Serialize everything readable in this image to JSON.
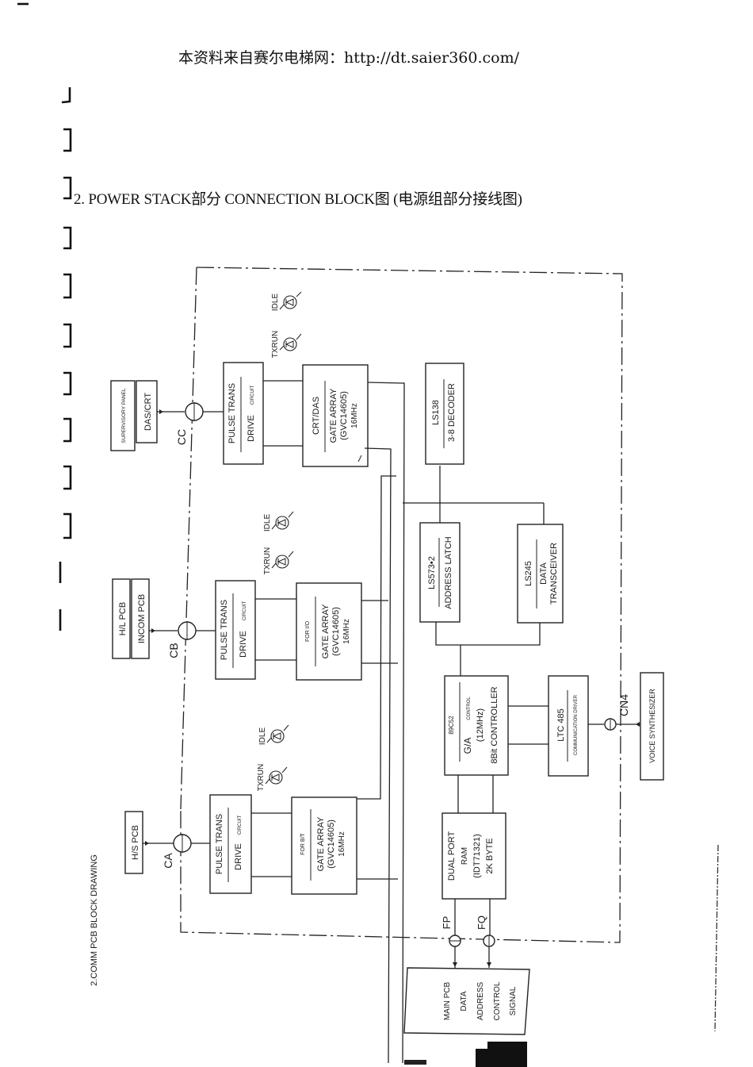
{
  "document": {
    "watermark": "本资料来自赛尔电梯网：http://dt.saier360.com/",
    "section_heading": "2. POWER STACK部分 CONNECTION BLOCK图 (电源组部分接线图)",
    "drawing_caption": "2.COMM PCB BLOCK DRAWING"
  },
  "channels": [
    {
      "connector": "CC",
      "led_labels": [
        "TXRUN",
        "IDLE"
      ],
      "pulse_block": {
        "title": "PULSE TRANS",
        "sub1": "DRIVE",
        "sub2": "CIRCUIT"
      },
      "gate_block": {
        "tag": "CRT/DAS",
        "line1": "GATE ARRAY",
        "line2": "(GVC14605)",
        "line3": "16MHz"
      },
      "external": [
        "SUPERVISORY PANEL",
        "DAS/CRT"
      ]
    },
    {
      "connector": "CB",
      "led_labels": [
        "TXRUN",
        "IDLE"
      ],
      "pulse_block": {
        "title": "PULSE TRANS",
        "sub1": "DRIVE",
        "sub2": "CIRCUIT"
      },
      "gate_block": {
        "tag": "FOR I/O",
        "line1": "GATE ARRAY",
        "line2": "(GVC14605)",
        "line3": "16MHz"
      },
      "external": [
        "H/L PCB",
        "INCOM PCB"
      ]
    },
    {
      "connector": "CA",
      "led_labels": [
        "TXRUN",
        "IDLE"
      ],
      "pulse_block": {
        "title": "PULSE TRANS",
        "sub1": "DRIVE",
        "sub2": "CIRCUIT"
      },
      "gate_block": {
        "tag": "FOR B/T",
        "line1": "GATE ARRAY",
        "line2": "(GVC14605)",
        "line3": "16MHz"
      },
      "external": [
        "H/S PCB"
      ]
    }
  ],
  "logic": {
    "decoder": {
      "part": "LS138",
      "desc": "3-8 DECODER"
    },
    "latch": {
      "part": "LS573•2",
      "desc": "ADDRESS LATCH"
    },
    "transceiver": {
      "part": "LS245",
      "desc1": "DATA",
      "desc2": "TRANSCEIVER"
    },
    "controller": {
      "part": "89C52",
      "line1": "G/A",
      "line1b": "CONTROL",
      "line2": "(12MHz)",
      "line3": "8Bit CONTROLLER"
    },
    "comm_driver": {
      "part": "LTC 485",
      "desc": "COMMUNICATION DRIVER"
    },
    "dual_ram": {
      "line1": "DUAL PORT",
      "line2": "RAM",
      "line3": "(IDT71321)",
      "line4": "2K BYTE"
    }
  },
  "outputs": {
    "cn4": "CN4",
    "voice": "VOICE SYNTHESIZER",
    "fp": "FP",
    "fq": "FQ",
    "main_pcb": [
      "MAIN PCB",
      "DATA",
      "ADDRESS",
      "CONTROL",
      "SIGNAL"
    ]
  },
  "colors": {
    "ink": "#1a1a1a",
    "paper": "#ffffff"
  }
}
